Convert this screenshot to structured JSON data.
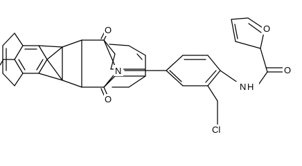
{
  "structure": {
    "atoms": {
      "o_ketone_top": "O",
      "n_imide": "N",
      "o_ketone_bottom": "O",
      "cl": "Cl",
      "n_amide": "N",
      "h_amide": "H",
      "o_amide": "O",
      "o_furan": "O"
    }
  }
}
